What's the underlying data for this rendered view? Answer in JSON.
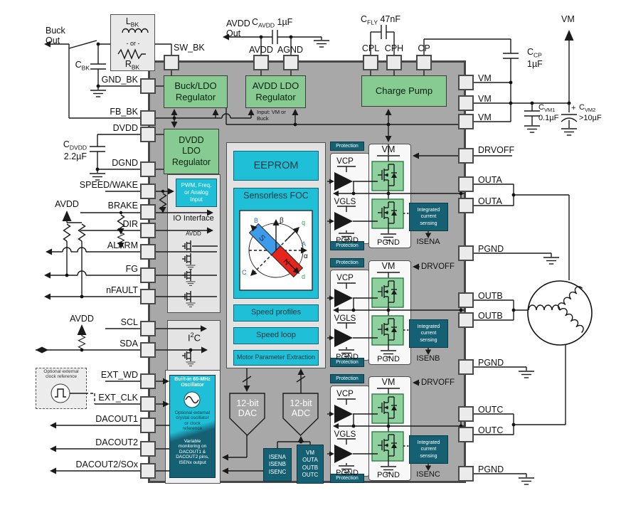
{
  "outside": {
    "buck_out": "Buck\nOut",
    "avdd_out": "AVDD\nOut",
    "vm_top": "VM",
    "lr": {
      "l": "L",
      "l_sub": "BK",
      "or": "- or -",
      "r": "R",
      "r_sub": "BK"
    },
    "caps": {
      "cbk": {
        "s": "C",
        "sub": "BK",
        "val": ""
      },
      "cavdd": {
        "s": "C",
        "sub": "AVDD",
        "val": "1µF"
      },
      "cfly": {
        "s": "C",
        "sub": "FLY",
        "val": "47nF"
      },
      "ccp": {
        "s": "C",
        "sub": "CP",
        "val": "1µF"
      },
      "cvm1": {
        "s": "C",
        "sub": "VM1",
        "val": "0.1µF"
      },
      "cvm2": {
        "s": "C",
        "sub": "VM2",
        "val": ">10µF"
      },
      "cdvdd": {
        "s": "C",
        "sub": "DVDD",
        "val": "2.2µF"
      }
    },
    "plus": "+",
    "avdd1": "AVDD",
    "avdd2": "AVDD",
    "clock_ref": "Optional external\nclock reference"
  },
  "pins": {
    "top": [
      "SW_BK",
      "AVDD",
      "AGND",
      "CPL",
      "CPH",
      "CP"
    ],
    "left": [
      "GND_BK",
      "FB_BK",
      "DVDD",
      "DGND",
      "SPEED/WAKE",
      "BRAKE",
      "DIR",
      "ALARM",
      "FG",
      "nFAULT",
      "SCL",
      "SDA",
      "EXT_WD",
      "EXT_CLK",
      "DACOUT1",
      "DACOUT2",
      "DACOUT2/SOx"
    ],
    "right": [
      "VM",
      "VM",
      "VM",
      "DRVOFF",
      "OUTA",
      "OUTA",
      "PGND",
      "OUTB",
      "OUTB",
      "PGND",
      "OUTC",
      "OUTC",
      "PGND"
    ]
  },
  "regulators": {
    "buck": "Buck/LDO\nRegulator",
    "avdd": "AVDD LDO\nRegulator",
    "charge_pump": "Charge Pump",
    "dvdd": "DVDD\nLDO\nRegulator",
    "input_note": "Input: VM or\nBuck"
  },
  "io": {
    "pwm": "PWM, Freq.\nor Analog\nInput",
    "label": "IO Interface",
    "avdd": "AVDD",
    "i2c": {
      "base": "I",
      "sup": "2",
      "end": "C"
    }
  },
  "core": {
    "eeprom": "EEPROM",
    "foc": "Sensorless FOC",
    "speed_profiles": "Speed profiles",
    "speed_loop": "Speed loop",
    "mpe": "Motor Parameter Extraction",
    "dial": {
      "alpha": "α",
      "beta": "β",
      "d": "d",
      "q": "q",
      "a": "A",
      "b": "B",
      "c": "C",
      "s": "S",
      "n": "N"
    }
  },
  "osc": {
    "title": "Built-in 60-MHz\nOscillator",
    "mid": "Optional external\ncrystal oscillator\nor clock\nreference",
    "bottom": "Variable\nmonitoring on\nDACOUT1 &\nDACOUT2 pins,\nISENx output"
  },
  "converters": {
    "dac": "12-bit\nDAC",
    "adc": "12-bit\nADC",
    "mux_isen": "ISENA\nISENB\nISENC",
    "mux_vm": "VM\nOUTA\nOUTB\nOUTC"
  },
  "phases": [
    {
      "protection": "Protection",
      "vm": "VM",
      "vcp": "VCP",
      "vgls": "VGLS",
      "pgnd_left": "PGND",
      "pgnd_bottom": "PGND",
      "ics": "Integrated\ncurrent\nsensing",
      "isen": "ISENA",
      "drvoff": ""
    },
    {
      "protection": "Protection",
      "vm": "VM",
      "vcp": "VCP",
      "vgls": "VGLS",
      "pgnd_left": "PGND",
      "pgnd_bottom": "PGND",
      "ics": "Integrated\ncurrent\nsensing",
      "isen": "ISENB",
      "drvoff": "DRVOFF"
    },
    {
      "protection": "Protection",
      "vm": "VM",
      "vcp": "VCP",
      "vgls": "VGLS",
      "pgnd_left": "PGND",
      "pgnd_bottom": "PGND",
      "ics": "Integrated\ncurrent\nsensing",
      "isen": "ISENC",
      "drvoff": "DRVOFF"
    }
  ]
}
